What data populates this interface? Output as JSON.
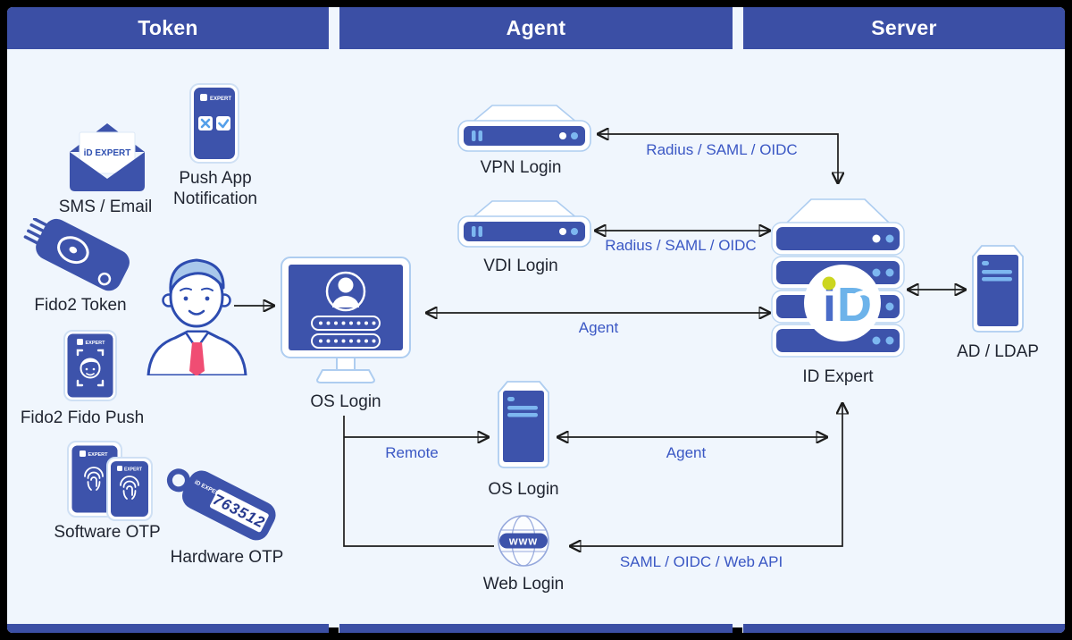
{
  "headers": {
    "token": "Token",
    "agent": "Agent",
    "server": "Server"
  },
  "token_column": {
    "sms_email_label": "SMS / Email",
    "push_app_line1": "Push App",
    "push_app_line2": "Notification",
    "fido2_token_label": "Fido2 Token",
    "fido2_push_label": "Fido2 Fido Push",
    "software_otp_label": "Software OTP",
    "hardware_otp_label": "Hardware OTP",
    "otp_code": "763512"
  },
  "agent_column": {
    "vpn_label": "VPN Login",
    "vdi_label": "VDI Login",
    "os_monitor_label": "OS Login",
    "os_tower_label": "OS Login",
    "web_label": "Web Login",
    "www": "www"
  },
  "server_column": {
    "id_expert_label": "ID Expert",
    "ad_ldap_label": "AD / LDAP"
  },
  "connectors": {
    "vpn_idexpert": "Radius / SAML / OIDC",
    "vdi_idexpert": "Radius / SAML / OIDC",
    "monitor_agent": "Agent",
    "remote": "Remote",
    "tower_agent": "Agent",
    "web_api": "SAML / OIDC / Web API"
  },
  "brand": {
    "logo_text": "iD EXPERT",
    "logo_i": "i",
    "logo_d": "D",
    "logo_expert": "EXPERT"
  },
  "colors": {
    "frame": "#000000",
    "column_bar": "#3b4fa5",
    "background": "#f0f6fd",
    "icon_blue": "#3d53ab",
    "icon_accent": "#7db7f0",
    "icon_outline": "#aecdf0",
    "wire": "#1c1c1c",
    "connector_label": "#3a57c4",
    "node_label": "#1f2430",
    "tie": "#f04d73",
    "logo_yellow": "#ccd61f"
  }
}
